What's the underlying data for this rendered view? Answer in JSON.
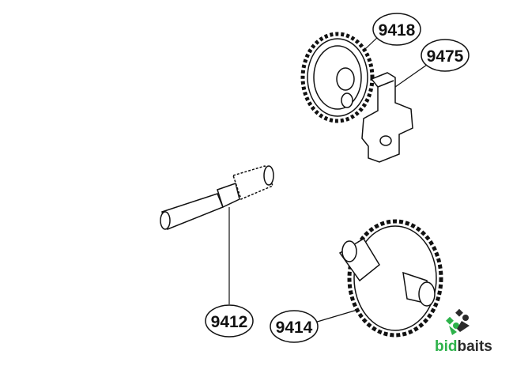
{
  "parts": [
    {
      "number": "9418"
    },
    {
      "number": "9475"
    },
    {
      "number": "9412"
    },
    {
      "number": "9414"
    }
  ],
  "logo": {
    "text_green": "bid",
    "text_dark": "baits",
    "colors": {
      "green": "#2db24a",
      "dark": "#2b2b2b"
    }
  }
}
